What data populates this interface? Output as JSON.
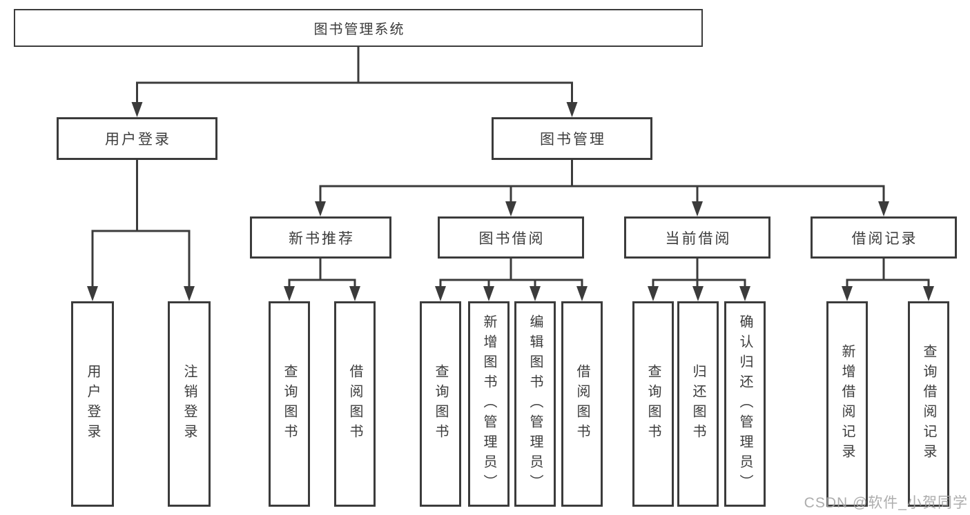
{
  "diagram": {
    "title": "图书管理系统",
    "watermark": "CSDN @软件_小贺同学",
    "colors": {
      "line": "#3b3b3b",
      "text": "#3c3c3c",
      "background": "#ffffff",
      "watermark": "#a4a4a4"
    },
    "nodes": {
      "root": "图书管理系统",
      "user_login": "用户登录",
      "book_management": "图书管理",
      "new_book_recommend": "新书推荐",
      "book_borrowing": "图书借阅",
      "current_borrowing": "当前借阅",
      "borrowing_records": "借阅记录",
      "ul_user_login": "用户登录",
      "ul_logout": "注销登录",
      "nb_query_books": "查询图书",
      "nb_borrow_books": "借阅图书",
      "bb_query_books": "查询图书",
      "bb_add_books": "新增图书（管理员）",
      "bb_edit_books": "编辑图书（管理员）",
      "bb_borrow_books": "借阅图书",
      "cb_query_books": "查询图书",
      "cb_return_books": "归还图书",
      "cb_confirm_return": "确认归还（管理员）",
      "br_add_record": "新增借阅记录",
      "br_query_record": "查询借阅记录"
    }
  }
}
